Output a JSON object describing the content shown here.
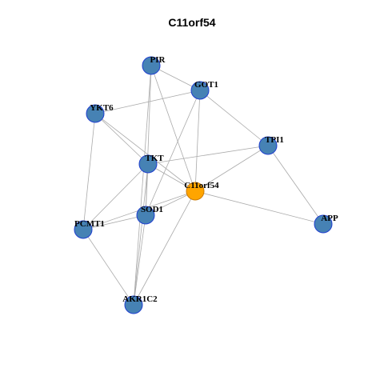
{
  "title": "C11orf54",
  "colors": {
    "node": "#4682b4",
    "node_stroke": "#1f3fcf",
    "center": "#ffa500",
    "center_stroke": "#cc7a00",
    "edge": "#aaaaaa"
  },
  "nodes": [
    {
      "id": "PIR",
      "label": "PIR"
    },
    {
      "id": "GOT1",
      "label": "GOT1"
    },
    {
      "id": "YKT6",
      "label": "YKT6"
    },
    {
      "id": "TPI1",
      "label": "TPI1"
    },
    {
      "id": "TKT",
      "label": "TKT"
    },
    {
      "id": "C11orf54",
      "label": "C11orf54",
      "center": true
    },
    {
      "id": "SOD1",
      "label": "SOD1"
    },
    {
      "id": "PCMT1",
      "label": "PCMT1"
    },
    {
      "id": "APP",
      "label": "APP"
    },
    {
      "id": "AKR1C2",
      "label": "AKR1C2"
    }
  ],
  "edges": [
    [
      "PIR",
      "GOT1"
    ],
    [
      "PIR",
      "C11orf54"
    ],
    [
      "PIR",
      "SOD1"
    ],
    [
      "PIR",
      "AKR1C2"
    ],
    [
      "GOT1",
      "YKT6"
    ],
    [
      "GOT1",
      "TPI1"
    ],
    [
      "GOT1",
      "C11orf54"
    ],
    [
      "GOT1",
      "SOD1"
    ],
    [
      "YKT6",
      "TKT"
    ],
    [
      "YKT6",
      "C11orf54"
    ],
    [
      "YKT6",
      "PCMT1"
    ],
    [
      "TPI1",
      "TKT"
    ],
    [
      "TPI1",
      "C11orf54"
    ],
    [
      "TPI1",
      "APP"
    ],
    [
      "TKT",
      "C11orf54"
    ],
    [
      "TKT",
      "PCMT1"
    ],
    [
      "TKT",
      "SOD1"
    ],
    [
      "TKT",
      "AKR1C2"
    ],
    [
      "C11orf54",
      "SOD1"
    ],
    [
      "C11orf54",
      "PCMT1"
    ],
    [
      "C11orf54",
      "APP"
    ],
    [
      "C11orf54",
      "AKR1C2"
    ],
    [
      "SOD1",
      "PCMT1"
    ],
    [
      "SOD1",
      "AKR1C2"
    ],
    [
      "PCMT1",
      "AKR1C2"
    ]
  ]
}
